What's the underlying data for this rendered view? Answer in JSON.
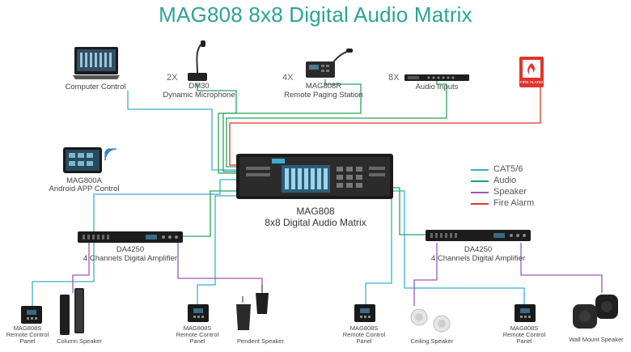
{
  "title": "MAG808 8x8 Digital Audio Matrix",
  "devices": {
    "computer": {
      "label": "Computer Control"
    },
    "mic": {
      "qty": "2X",
      "label1": "DM30",
      "label2": "Dynamic Microphone"
    },
    "paging": {
      "qty": "4X",
      "label1": "MAG808R",
      "label2": "Remote Paging Station"
    },
    "audio_inputs": {
      "qty": "8X",
      "label": "Audio Inputs"
    },
    "fire_alarm": {
      "text": "FIRE ALARM"
    },
    "android": {
      "label1": "MAG800A",
      "label2": "Android APP Control"
    },
    "matrix": {
      "label1": "MAG808",
      "label2": "8x8 Digital Audio Matrix"
    },
    "amp_left": {
      "label1": "DA4250",
      "label2": "4 Channels Digital Amplifier"
    },
    "amp_right": {
      "label1": "DA4250",
      "label2": "4 Channels Digital Amplifier"
    },
    "panel1": {
      "label1": "MAG808S",
      "label2": "Remote Control",
      "label3": "Panel"
    },
    "panel2": {
      "label1": "MAG808S",
      "label2": "Remote Control",
      "label3": "Panel"
    },
    "panel3": {
      "label1": "MAG808S",
      "label2": "Remote Control",
      "label3": "Panel"
    },
    "panel4": {
      "label1": "MAG808S",
      "label2": "Remote Control",
      "label3": "Panel"
    },
    "column_speaker": {
      "label": "Column Speaker"
    },
    "pendent_speaker": {
      "label": "Pendent Speaker"
    },
    "ceiling_speaker": {
      "label": "Ceiling Speaker"
    },
    "wall_speaker": {
      "label": "Wall Mount Speaker"
    }
  },
  "legend": [
    {
      "label": "CAT5/6",
      "color": "#3aaed0"
    },
    {
      "label": "Audio",
      "color": "#27a35a"
    },
    {
      "label": "Speaker",
      "color": "#9b59b6"
    },
    {
      "label": "Fire Alarm",
      "color": "#e0352b"
    }
  ],
  "colors": {
    "cat": "#3aaed0",
    "audio": "#27a35a",
    "speaker": "#9b59b6",
    "fire": "#e0352b",
    "title": "#2aa39b"
  }
}
